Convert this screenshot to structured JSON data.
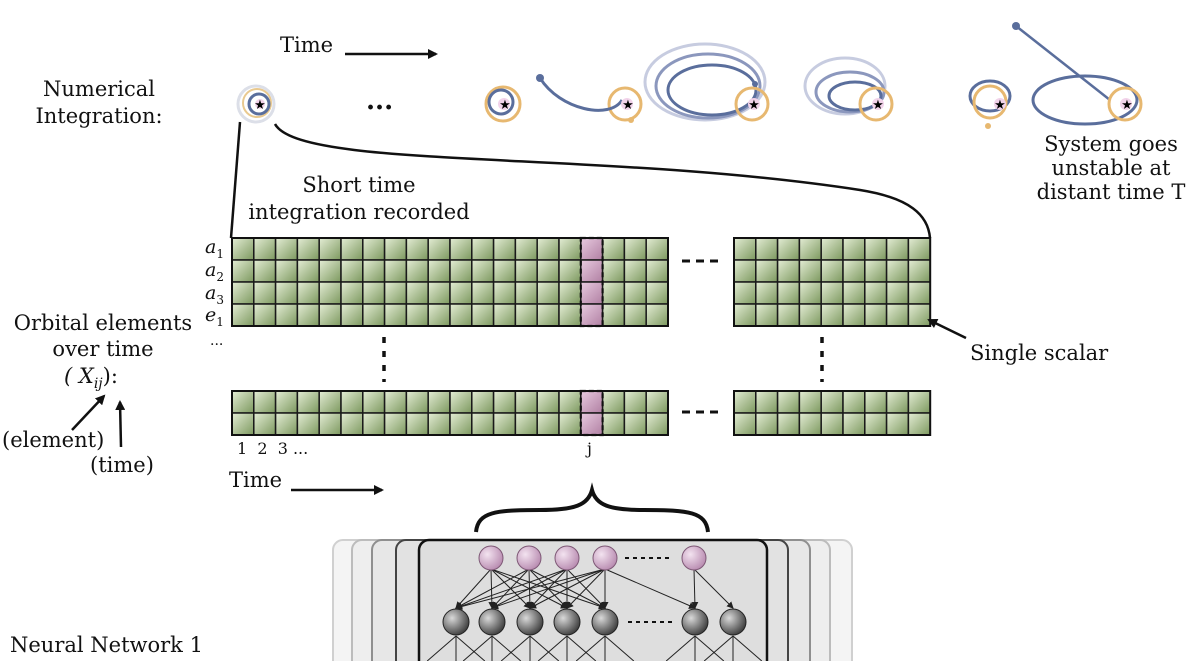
{
  "time_label_top": "Time",
  "time_label_bottom": "Time",
  "numerical_integration_label": [
    "Numerical",
    "Integration:"
  ],
  "ellipsis": "...",
  "short_time_label": [
    "Short time",
    "integration recorded"
  ],
  "system_unstable_label": [
    "System goes",
    "unstable at",
    "distant time  T"
  ],
  "orbital_elements_label": [
    "Orbital elements",
    "over time"
  ],
  "x_ij_label": "( X",
  "x_ij_sub": "ij",
  "x_ij_close": "):",
  "element_label": "(element)",
  "time_paren_label": "(time)",
  "row_labels": [
    {
      "base": "a",
      "sub": "1"
    },
    {
      "base": "a",
      "sub": "2"
    },
    {
      "base": "a",
      "sub": "3"
    },
    {
      "base": "e",
      "sub": "1"
    }
  ],
  "row_label_more": "...",
  "column_labels": "1  2  3 ...",
  "column_j": "j",
  "single_scalar_label": "Single scalar",
  "neural_network_label": "Neural Network 1",
  "nn_dots": "......",
  "colors": {
    "cell_top": "#e3ecd3",
    "cell_bottom": "#7f9a62",
    "highlight": "#c89aba",
    "orbit_blue": "#5a6e9c",
    "orbit_orange": "#e7b870",
    "node_pink": "#c9a3c1",
    "node_gray": "#6e6e6e"
  }
}
